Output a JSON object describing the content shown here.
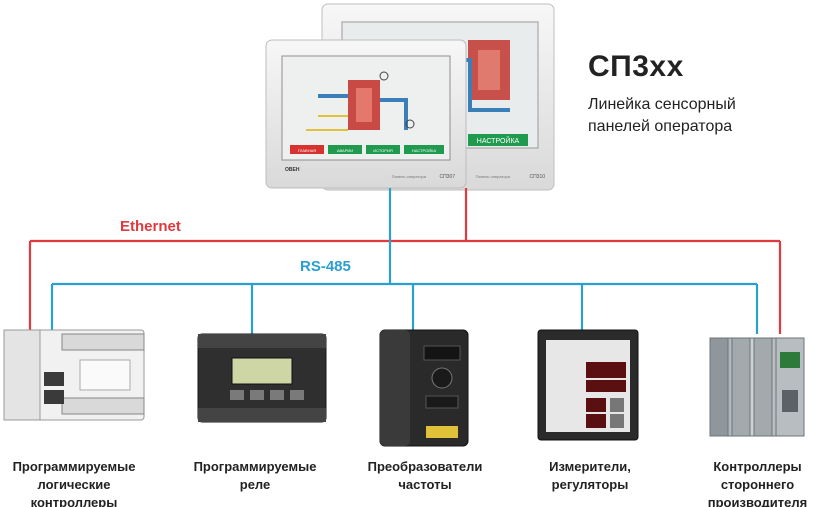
{
  "header": {
    "title": "СП3хх",
    "subtitle": "Линейка сенсорный панелей оператора"
  },
  "buses": {
    "ethernet": {
      "label": "Ethernet",
      "color": "#e03a3e"
    },
    "rs485": {
      "label": "RS-485",
      "color": "#2a9fd0"
    }
  },
  "panels": {
    "front": {
      "brand": "ОВЕН",
      "model": "СП307",
      "caption": "Панель оператора",
      "buttons": [
        "ГЛАВНАЯ",
        "АВАРИИ",
        "ИСТОРИЯ",
        "НАСТРОЙКА"
      ]
    },
    "back": {
      "model": "СП310",
      "caption": "Панель оператора",
      "button": "НАСТРОЙКА"
    }
  },
  "devices": [
    {
      "label": "Программируемые\nлогические\nконтроллеры"
    },
    {
      "label": "Программируемые\nреле"
    },
    {
      "label": "Преобразователи\nчастоты"
    },
    {
      "label": "Измерители,\nрегуляторы"
    },
    {
      "label": "Контроллеры\nстороннего\nпроизводителя"
    }
  ]
}
